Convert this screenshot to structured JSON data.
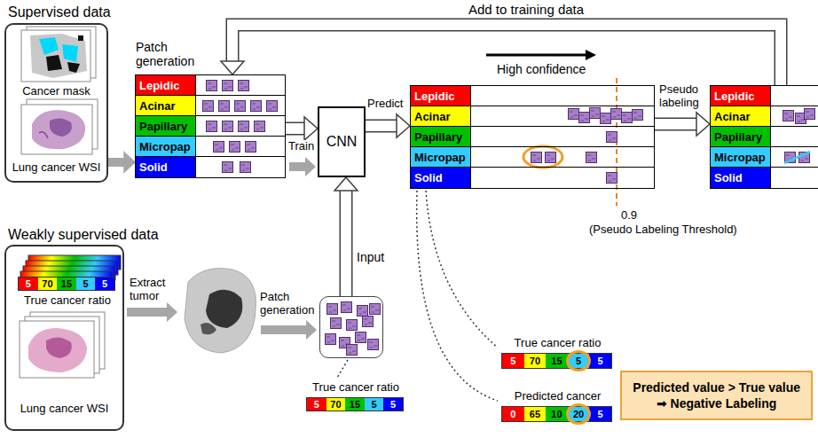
{
  "diagram": {
    "nodes": [
      {
        "text": [
          "Supervised data",
          "Cancer mask",
          "Lung cancer WSI"
        ]
      },
      {
        "text": [
          "Patch generation"
        ]
      },
      {
        "text": [
          "Lepidic"
        ],
        "in": 1
      },
      {
        "text": [
          "Acinar"
        ],
        "in": 1
      },
      {
        "text": [
          "Papillary"
        ],
        "in": 1
      },
      {
        "text": [
          "Micropap"
        ],
        "in": 1
      },
      {
        "text": [
          "Solid"
        ],
        "in": 1
      },
      {
        "text": [
          "CNN"
        ]
      },
      {
        "text": []
      },
      {
        "text": [
          "Lepidic"
        ],
        "in": 8
      },
      {
        "text": [
          "Acinar"
        ],
        "in": 8
      },
      {
        "text": [
          "Papillary"
        ],
        "in": 8
      },
      {
        "text": [
          "Micropap"
        ],
        "in": 8
      },
      {
        "text": [
          "Solid"
        ],
        "in": 8
      },
      {
        "text": []
      },
      {
        "text": [
          "Lepidic"
        ],
        "in": 14
      },
      {
        "text": [
          "Acinar"
        ],
        "in": 14
      },
      {
        "text": [
          "Papillary"
        ],
        "in": 14
      },
      {
        "text": [
          "Micropap"
        ],
        "in": 14
      },
      {
        "text": [
          "Solid"
        ],
        "in": 14
      },
      {
        "text": [
          "Weakly supervised data",
          "Lung cancer WSI"
        ]
      },
      {
        "text": [
          "5",
          "70",
          "15",
          "5",
          "5",
          "True cancer ratio"
        ],
        "in": 20
      },
      {
        "text": []
      },
      {
        "text": [
          "True cancer ratio",
          "5",
          "70",
          "15",
          "5",
          "5"
        ]
      },
      {
        "text": [
          "True cancer ratio",
          "5",
          "70",
          "15",
          "5",
          "5"
        ]
      },
      {
        "text": [
          "Predicted cancer",
          "0",
          "65",
          "10",
          "20",
          "5"
        ]
      },
      {
        "text": [
          "Predicted value > True value",
          "➡ Negative Labeling"
        ]
      }
    ],
    "edges": [
      {
        "from": 0,
        "to": 1,
        "arrow": "to"
      },
      {
        "from": 1,
        "to": 7,
        "label": "Train",
        "arrow": "to"
      },
      {
        "from": 7,
        "to": 8,
        "label": "Predict",
        "arrow": "to"
      },
      {
        "from": 8,
        "to": 14,
        "label": "Pseudo labeling",
        "arrow": "to"
      },
      {
        "from": 14,
        "to": 1,
        "label": "Add to training data",
        "arrow": "to"
      },
      {
        "from": 22,
        "to": 7,
        "label": "Input",
        "arrow": "to"
      }
    ],
    "labels": [
      "High confidence",
      "0.9",
      "(Pseudo Labeling Threshold)",
      "Extract tumor",
      "Patch generation"
    ]
  }
}
